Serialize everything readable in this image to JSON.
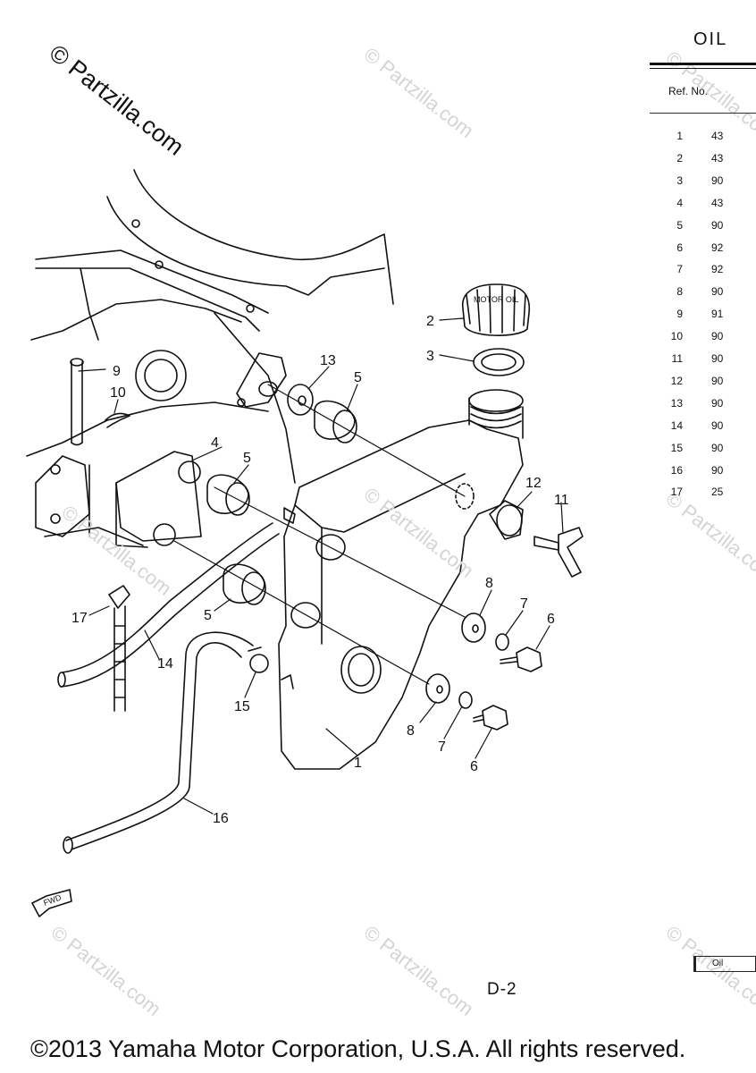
{
  "watermark": "© Partzilla.com",
  "parts_table": {
    "title": "OIL",
    "column_ref": "Ref. No.",
    "rows": [
      {
        "ref": "1",
        "pn": "43"
      },
      {
        "ref": "2",
        "pn": "43"
      },
      {
        "ref": "3",
        "pn": "90"
      },
      {
        "ref": "4",
        "pn": "43"
      },
      {
        "ref": "5",
        "pn": "90"
      },
      {
        "ref": "6",
        "pn": "92"
      },
      {
        "ref": "7",
        "pn": "92"
      },
      {
        "ref": "8",
        "pn": "90"
      },
      {
        "ref": "9",
        "pn": "91"
      },
      {
        "ref": "10",
        "pn": "90"
      },
      {
        "ref": "11",
        "pn": "90"
      },
      {
        "ref": "12",
        "pn": "90"
      },
      {
        "ref": "13",
        "pn": "90"
      },
      {
        "ref": "14",
        "pn": "90"
      },
      {
        "ref": "15",
        "pn": "90"
      },
      {
        "ref": "16",
        "pn": "90"
      },
      {
        "ref": "17",
        "pn": "25"
      }
    ]
  },
  "callouts": {
    "c1": "1",
    "c2": "2",
    "c3": "3",
    "c4": "4",
    "c5a": "5",
    "c5b": "5",
    "c5c": "5",
    "c6a": "6",
    "c6b": "6",
    "c7a": "7",
    "c7b": "7",
    "c8a": "8",
    "c8b": "8",
    "c9": "9",
    "c10": "10",
    "c11": "11",
    "c12": "12",
    "c13": "13",
    "c14": "14",
    "c15": "15",
    "c16": "16",
    "c17": "17"
  },
  "cap_text": "MOTOR OIL",
  "fwd_label": "FWD",
  "page_label": "D-2",
  "tab_label": "Oil",
  "copyright": "©2013 Yamaha Motor Corporation, U.S.A. All rights reserved."
}
